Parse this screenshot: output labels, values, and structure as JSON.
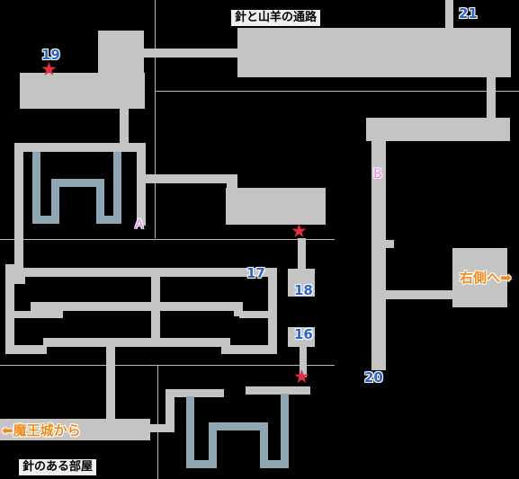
{
  "area_labels": {
    "needle_goat_passage": "針と山羊の通路",
    "needle_room": "針のある部屋"
  },
  "points": {
    "p16": "16",
    "p17": "17",
    "p18": "18",
    "p19": "19",
    "p20": "20",
    "p21": "21"
  },
  "markers": {
    "a": "A",
    "b": "B"
  },
  "exits": {
    "right": "右側へ",
    "left": "魔王城から"
  },
  "star_glyph": "★",
  "colors": {
    "background": "#000000",
    "corridor": "#c4c4c4",
    "water": "#8fa6b5",
    "number": "#2b63c9",
    "marker": "#ee7dee",
    "star": "#e2303f",
    "exit": "#f08c1c"
  }
}
